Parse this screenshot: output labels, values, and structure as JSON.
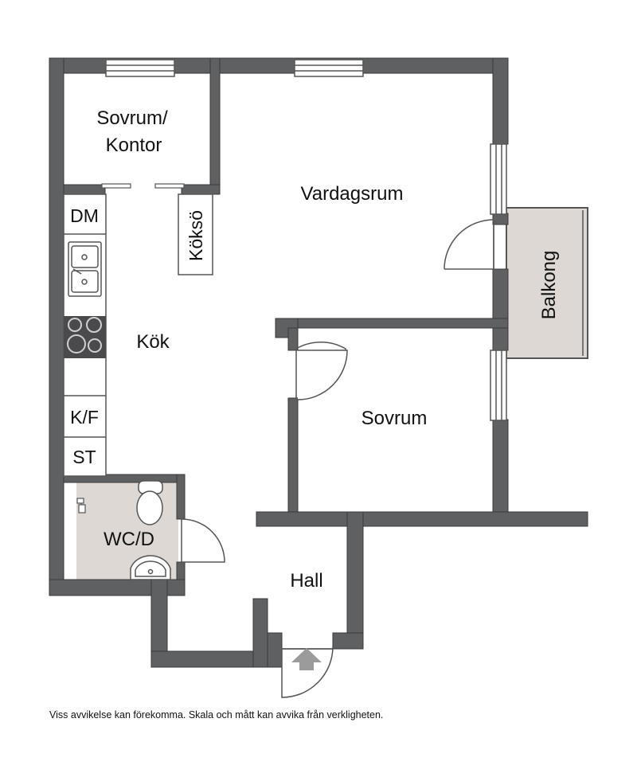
{
  "colors": {
    "wall": "#5f6062",
    "wall_outline": "#3a3a3c",
    "wet_room_floor": "#ddd8d3",
    "balcony_floor": "#ddd8d3",
    "stove": "#4a4a4c",
    "arrow": "#9b9b9b"
  },
  "rooms": {
    "sovrum_kontor_line1": "Sovrum/",
    "sovrum_kontor_line2": "Kontor",
    "vardagsrum": "Vardagsrum",
    "kok": "Kök",
    "sovrum": "Sovrum",
    "wc_d": "WC/D",
    "hall": "Hall",
    "balkong": "Balkong"
  },
  "fixtures": {
    "dm": "DM",
    "koksö": "Köksö",
    "kf": "K/F",
    "st": "ST"
  },
  "entrance_icon": "entrance-arrow-icon",
  "disclaimer": "Viss avvikelse kan förekomma. Skala och mått kan avvika från verkligheten."
}
